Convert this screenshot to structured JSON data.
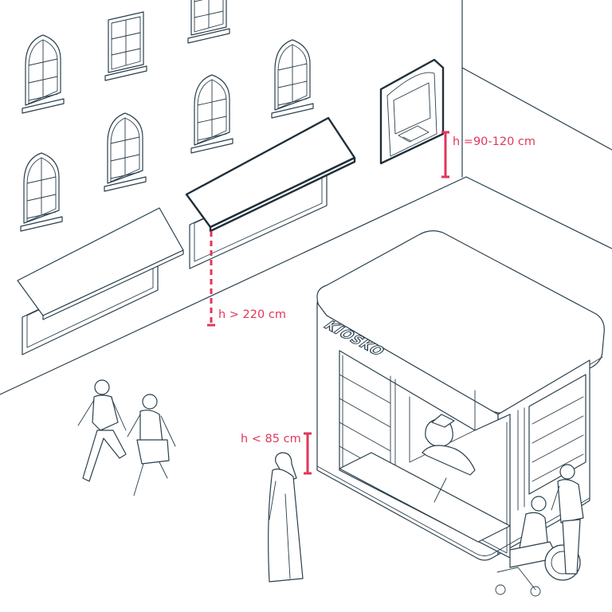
{
  "diagram": {
    "kiosk_sign": "KIOSKO",
    "measurements": [
      {
        "id": "atm",
        "label": "h =90-120 cm"
      },
      {
        "id": "awning",
        "label": "h > 220 cm"
      },
      {
        "id": "counter",
        "label": "h < 85 cm"
      }
    ]
  }
}
